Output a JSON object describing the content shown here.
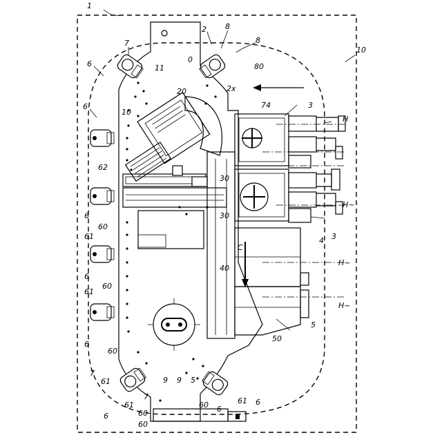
{
  "figure": {
    "labels": {
      "machine": "1",
      "frame": "10",
      "gripper_2": "2",
      "gripper_3a": "3",
      "gripper_3b": "3",
      "unit_4": "4",
      "unit_5": "5",
      "top_7": "7",
      "top_8a": "8",
      "top_8b": "8",
      "top_80": "80",
      "top_2x": "2x",
      "left_6a": "6",
      "left_6b": "6",
      "left_6c": "6",
      "left_6d": "6",
      "left_6e": "6",
      "left_6f": "6",
      "left_60a": "60",
      "left_60b": "60",
      "left_60c": "60",
      "left_60d": "60",
      "left_61a": "61",
      "left_61b": "61",
      "left_61c": "61",
      "left_62": "62",
      "left_7": "7",
      "plate_11": "11",
      "plate_10": "10",
      "plate_0": "0",
      "plate_9a": "9",
      "plate_9b": "9",
      "plate_5": "5",
      "bottom_6a": "6",
      "bottom_6b": "6",
      "bottom_60a": "60",
      "bottom_60b": "60",
      "bottom_61a": "61",
      "bottom_61b": "61",
      "bottom_7": "7",
      "mid_20": "20",
      "mid_30a": "30",
      "mid_30b": "30",
      "mid_40": "40",
      "mid_50": "50",
      "mid_74": "74",
      "mid_C": "C",
      "axis_H1": "H",
      "axis_H2": "H~",
      "axis_H3": "H~",
      "axis_H4": "H~"
    }
  }
}
